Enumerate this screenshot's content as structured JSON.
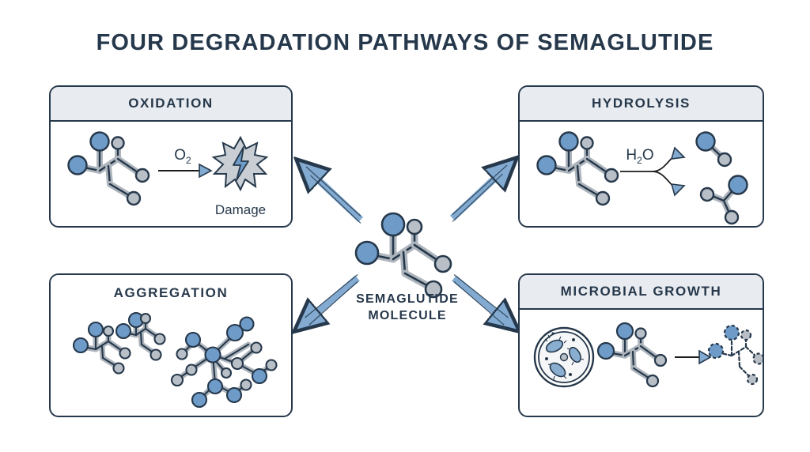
{
  "title": "FOUR DEGRADATION PATHWAYS OF SEMAGLUTIDE",
  "center": {
    "name": "semaglutide-molecule",
    "label_line1": "SEMAGLUTIDE",
    "label_line2": "MOLECULE"
  },
  "panels": [
    {
      "id": "oxidation",
      "title": "OXIDATION",
      "has_header_band": true,
      "reagent": "O",
      "reagent_sub": "2",
      "result_label": "Damage",
      "icons": [
        "molecule",
        "reaction-arrow",
        "burst-damage"
      ]
    },
    {
      "id": "hydrolysis",
      "title": "HYDROLYSIS",
      "has_header_band": true,
      "reagent": "H",
      "reagent_sub": "2",
      "reagent_tail": "O",
      "result_label": "",
      "icons": [
        "molecule",
        "split-arrows",
        "fragment-small",
        "fragment-large"
      ]
    },
    {
      "id": "aggregation",
      "title": "AGGREGATION",
      "has_header_band": false,
      "reagent": "",
      "result_label": "",
      "icons": [
        "free-molecules",
        "aggregate-cluster"
      ]
    },
    {
      "id": "microbial",
      "title": "MICROBIAL GROWTH",
      "has_header_band": true,
      "reagent": "",
      "result_label": "",
      "icons": [
        "petri-dish-bacteria",
        "molecule",
        "reaction-arrow",
        "degraded-molecule"
      ]
    }
  ],
  "arrows": [
    {
      "name": "arrow-center-to-oxidation",
      "direction": "up-left"
    },
    {
      "name": "arrow-center-to-hydrolysis",
      "direction": "up-right"
    },
    {
      "name": "arrow-center-to-aggregation",
      "direction": "down-left"
    },
    {
      "name": "arrow-center-to-microbial",
      "direction": "down-right"
    }
  ],
  "colors": {
    "atom_blue": "#6e9bc8",
    "atom_gray": "#b9bfc6",
    "outline": "#26384b",
    "bond_gray": "#aeb5bd",
    "header_band": "#e8ebef",
    "arrow_blue": "#83abd2",
    "background": "#ffffff"
  }
}
